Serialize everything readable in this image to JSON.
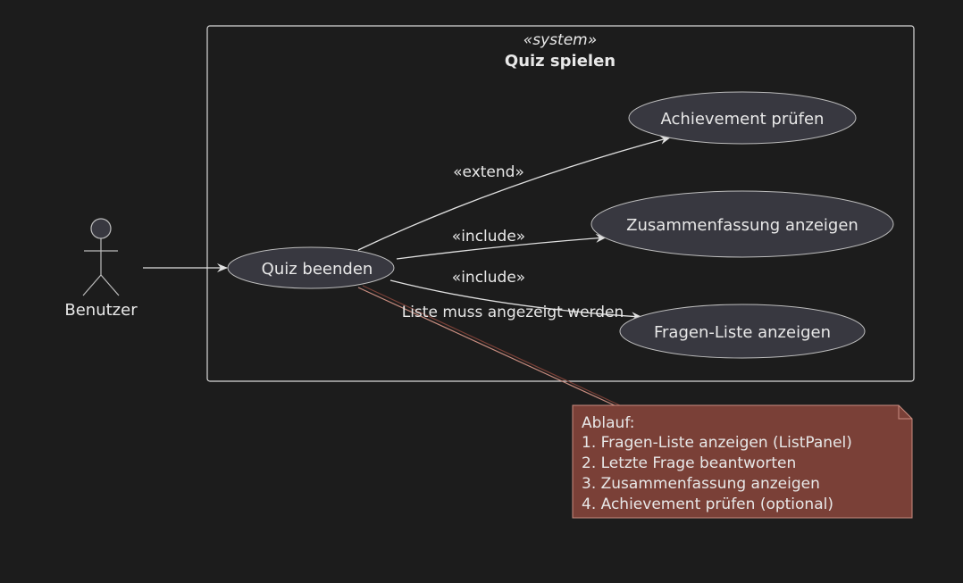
{
  "system": {
    "stereotype": "«system»",
    "title": "Quiz spielen"
  },
  "actor": {
    "name": "Benutzer"
  },
  "use_cases": {
    "quiz_beenden": "Quiz beenden",
    "achievement": "Achievement prüfen",
    "zusammenfassung": "Zusammenfassung anzeigen",
    "fragen_liste": "Fragen-Liste anzeigen"
  },
  "relations": {
    "extend": "«extend»",
    "include_1": "«include»",
    "include_2": "«include»",
    "fragen_note": "Liste muss angezeigt werden"
  },
  "note": {
    "lines": [
      "Ablauf:",
      "1. Fragen-Liste anzeigen (ListPanel)",
      "2. Letzte Frage beantworten",
      "3. Zusammenfassung anzeigen",
      "4. Achievement prüfen (optional)"
    ]
  },
  "colors": {
    "background": "#1c1c1c",
    "use_case_fill": "#383840",
    "note_fill": "#7a4037",
    "line": "#e0e0e0"
  }
}
